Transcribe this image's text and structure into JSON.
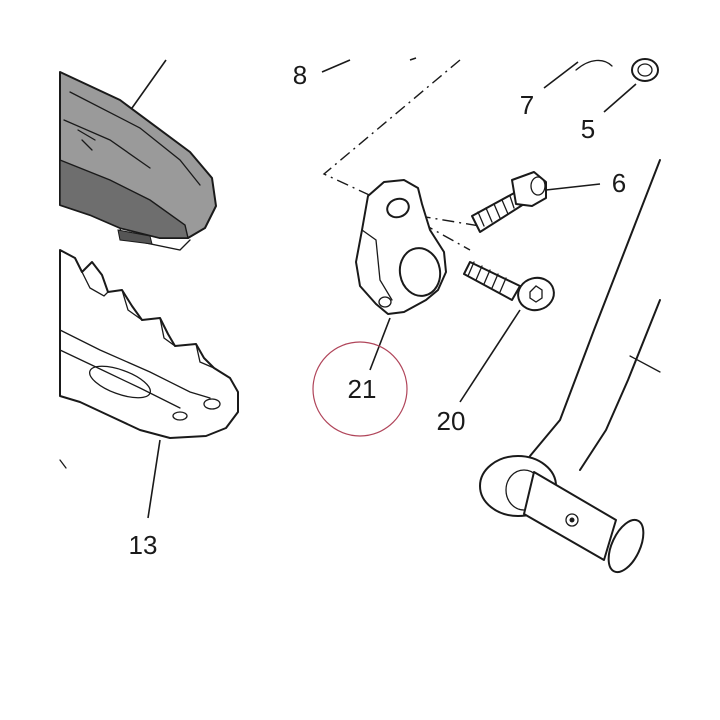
{
  "labels": {
    "p8": "8",
    "p7": "7",
    "p5": "5",
    "p6": "6",
    "p21": "21",
    "p20": "20",
    "p13": "13"
  },
  "colors": {
    "line": "#1a1a1a",
    "highlight_circle": "#b0455a",
    "footpeg_fill": "#9a9a9a",
    "footpeg_shade": "#6e6e6e",
    "background": "#ffffff"
  }
}
